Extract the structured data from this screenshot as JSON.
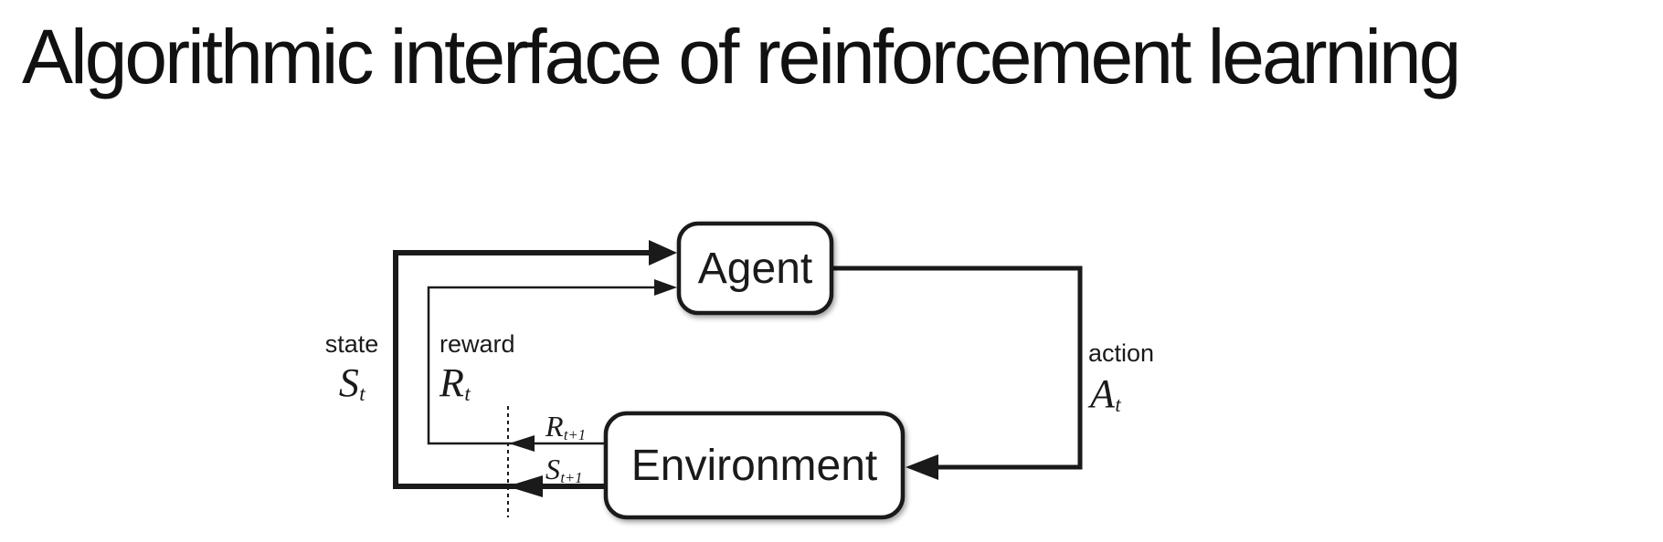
{
  "title": "Algorithmic interface of reinforcement learning",
  "boxes": {
    "agent": "Agent",
    "environment": "Environment"
  },
  "labels": {
    "state": {
      "word": "state",
      "sym": "S",
      "sub": "t"
    },
    "reward": {
      "word": "reward",
      "sym": "R",
      "sub": "t"
    },
    "action": {
      "word": "action",
      "sym": "A",
      "sub": "t"
    },
    "next_reward": {
      "sym": "R",
      "sub": "t+1"
    },
    "next_state": {
      "sym": "S",
      "sub": "t+1"
    }
  },
  "colors": {
    "ink": "#1a1a1a",
    "background": "#ffffff",
    "box_fill": "#ffffff"
  }
}
